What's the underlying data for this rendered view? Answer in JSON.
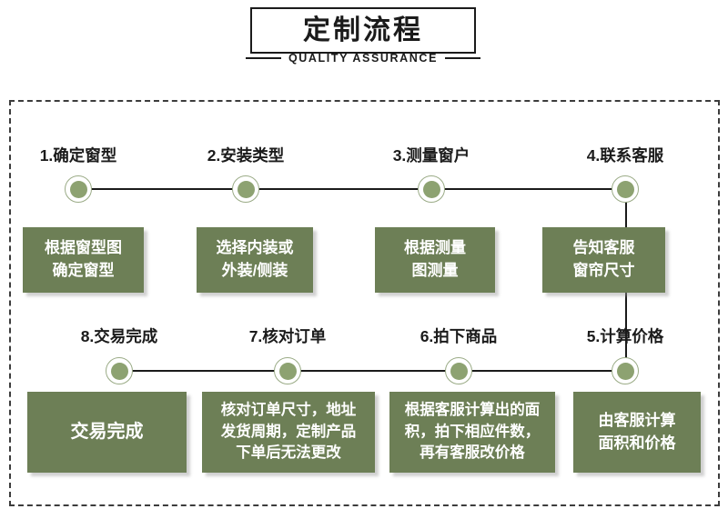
{
  "header": {
    "title": "定制流程",
    "subtitle": "QUALITY ASSURANCE"
  },
  "colors": {
    "card_green": "#6d7f56",
    "dot_green": "#8da271",
    "dot_ring": "#9aab86",
    "line": "#1b1b1b",
    "dashed_border": "#3c3c3c",
    "card_text": "#ffffff"
  },
  "flow": {
    "row1": [
      {
        "label": "1.确定窗型",
        "card": "根据窗型图\n确定窗型"
      },
      {
        "label": "2.安装类型",
        "card": "选择内装或\n外装/侧装"
      },
      {
        "label": "3.测量窗户",
        "card": "根据测量\n图测量"
      },
      {
        "label": "4.联系客服",
        "card": "告知客服\n窗帘尺寸"
      }
    ],
    "row2": [
      {
        "label": "8.交易完成",
        "card": "交易完成"
      },
      {
        "label": "7.核对订单",
        "card": "核对订单尺寸，地址\n发货周期，定制产品\n下单后无法更改"
      },
      {
        "label": "6.拍下商品",
        "card": "根据客服计算出的面\n积，拍下相应件数，\n再有客服改价格"
      },
      {
        "label": "5.计算价格",
        "card": "由客服计算\n面积和价格"
      }
    ]
  }
}
